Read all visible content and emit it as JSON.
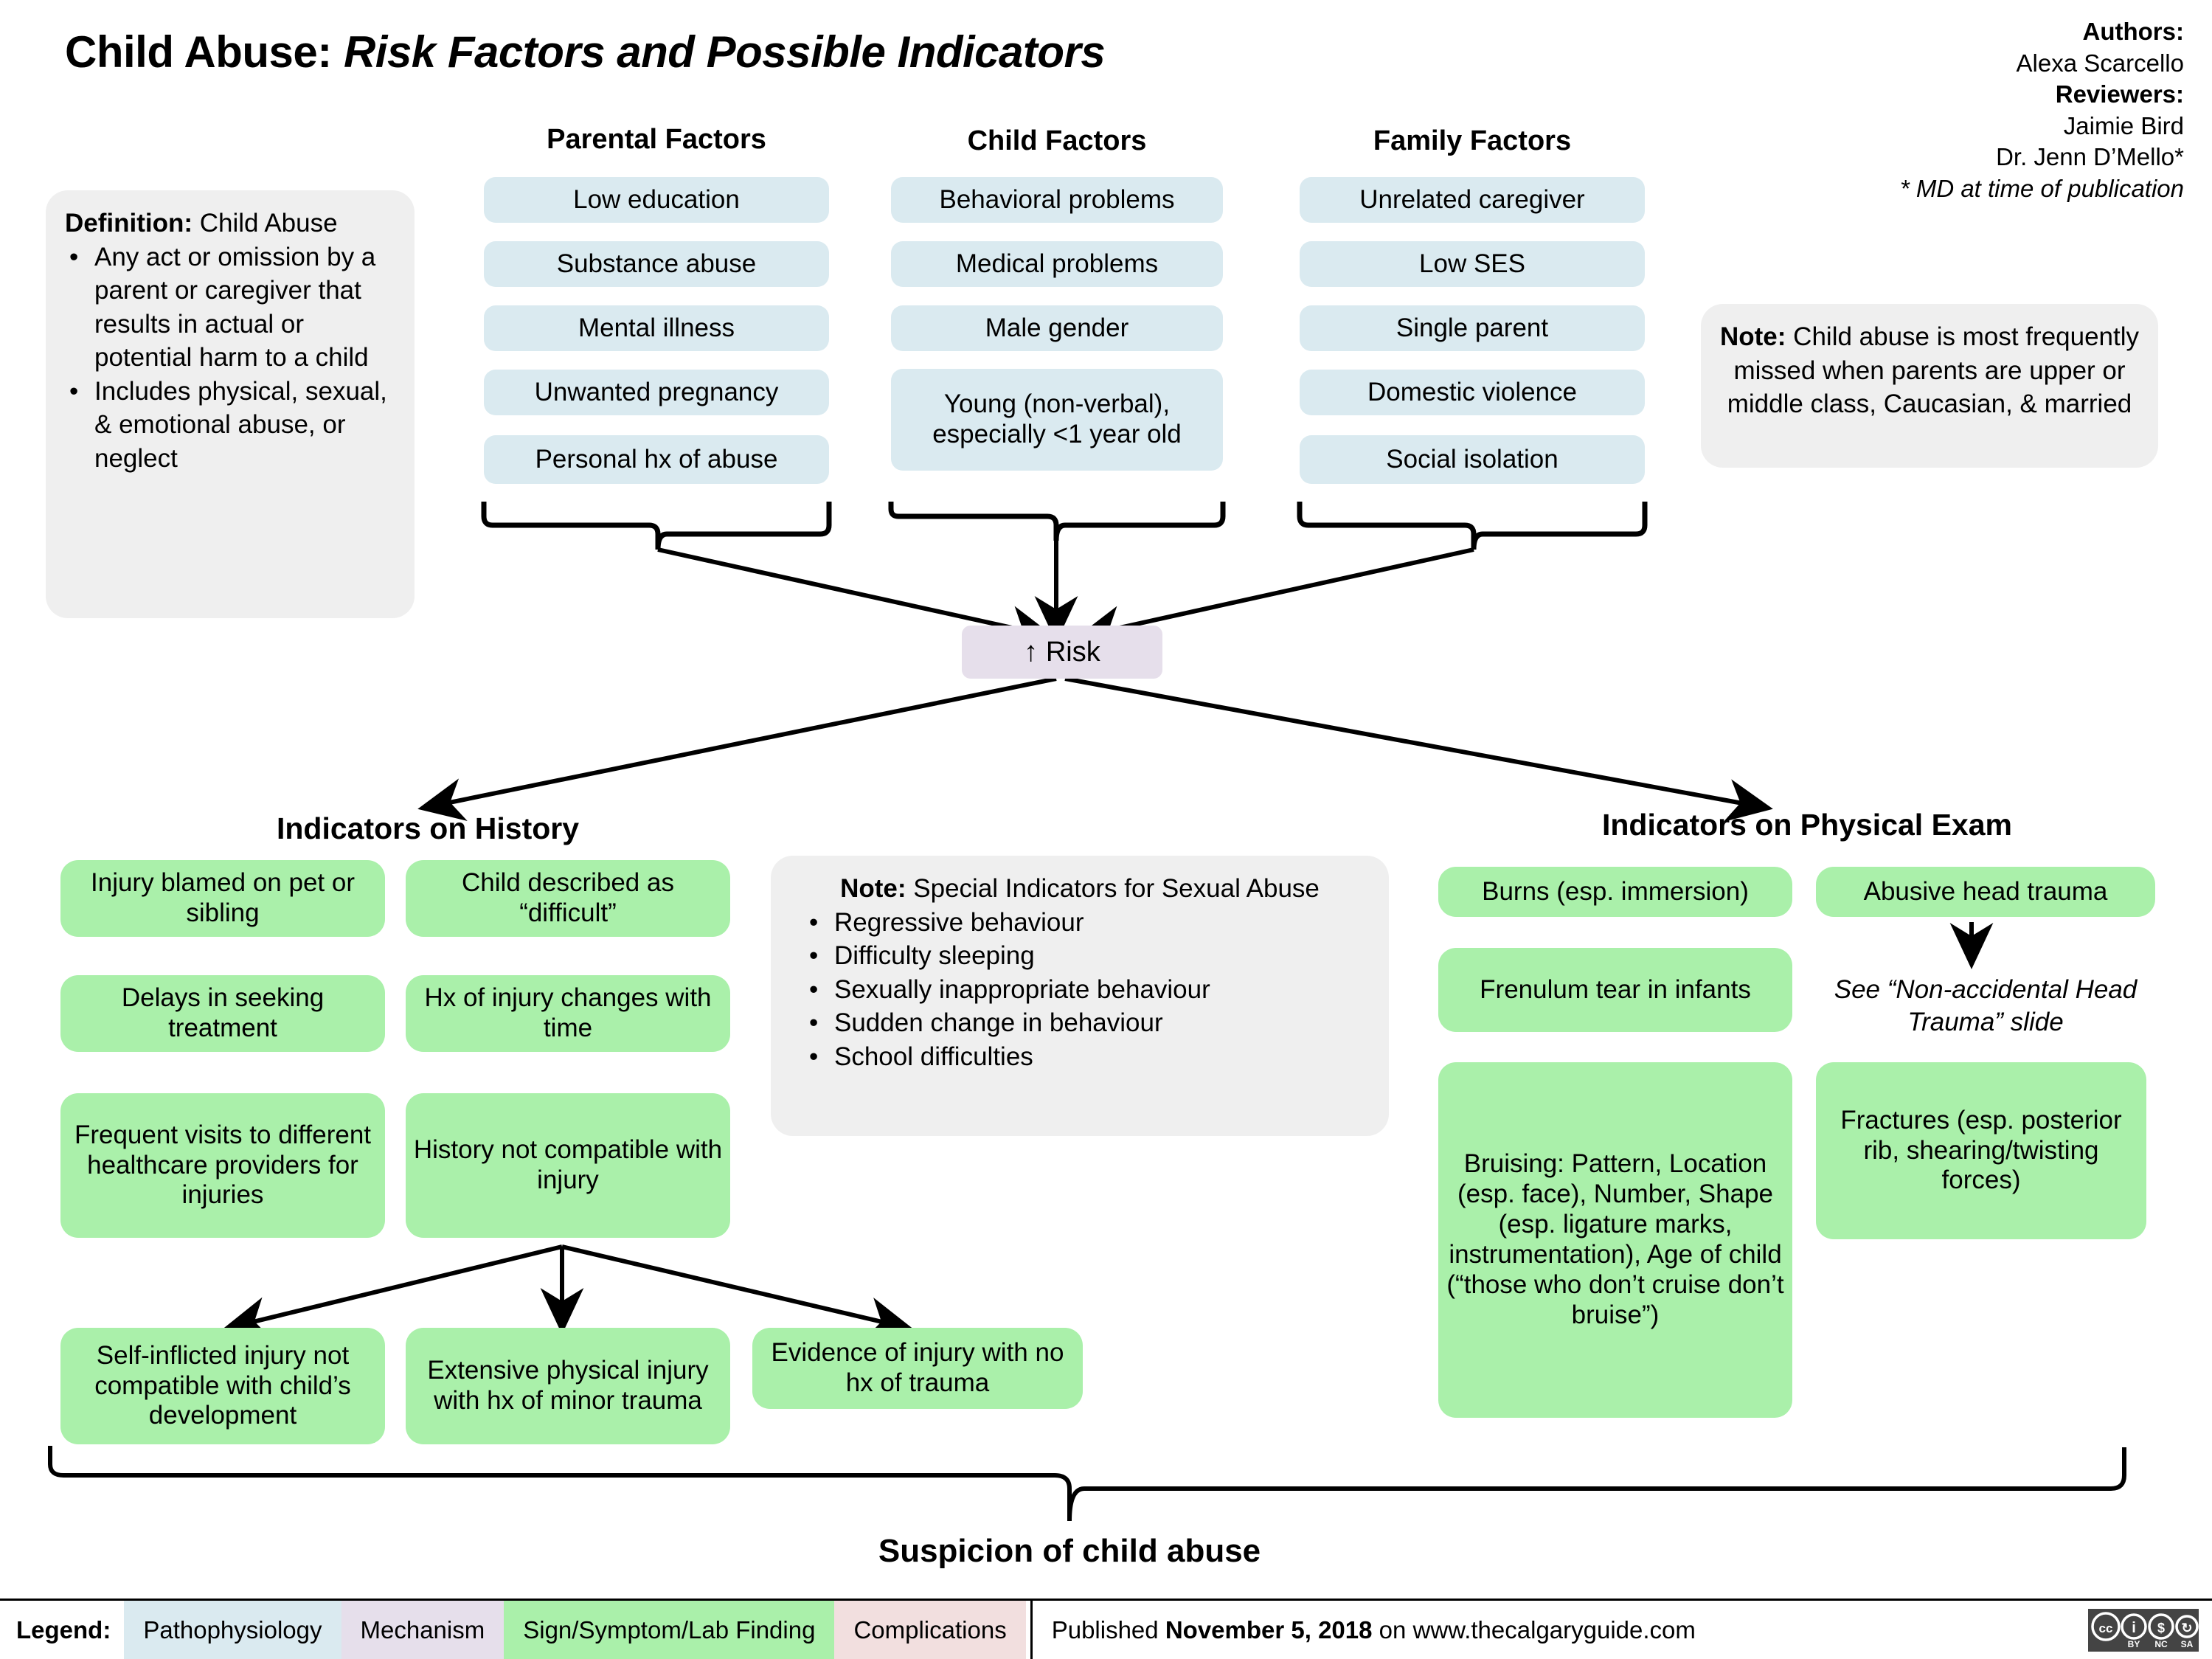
{
  "title": {
    "main": "Child Abuse:",
    "subtitle": "Risk Factors and Possible Indicators"
  },
  "credits": {
    "authors_label": "Authors:",
    "authors": "Alexa Scarcello",
    "reviewers_label": "Reviewers:",
    "reviewer1": "Jaimie Bird",
    "reviewer2": "Dr. Jenn D’Mello*",
    "footnote": "* MD at time of publication"
  },
  "definition": {
    "heading_label": "Definition:",
    "heading_term": "Child Abuse",
    "bullets": [
      "Any act or omission by a parent or caregiver that results in actual or potential harm to a child",
      "Includes physical, sexual, & emotional abuse, or neglect"
    ]
  },
  "factor_columns": [
    {
      "heading": "Parental Factors",
      "items": [
        "Low education",
        "Substance abuse",
        "Mental illness",
        "Unwanted pregnancy",
        "Personal hx of abuse"
      ]
    },
    {
      "heading": "Child Factors",
      "items": [
        "Behavioral problems",
        "Medical problems",
        "Male gender",
        "Young (non-verbal), especially <1 year old"
      ]
    },
    {
      "heading": "Family Factors",
      "items": [
        "Unrelated caregiver",
        "Low SES",
        "Single parent",
        "Domestic violence",
        "Social isolation"
      ]
    }
  ],
  "note_missed": {
    "label": "Note:",
    "text": "Child abuse is most frequently missed when parents are upper or middle class, Caucasian, & married"
  },
  "risk_node": {
    "label": "↑ Risk"
  },
  "history": {
    "heading": "Indicators on History",
    "items": [
      "Injury blamed on pet or sibling",
      "Child described as “difficult”",
      "Delays in seeking treatment",
      "Hx of injury changes with time",
      "Frequent visits to different healthcare providers for injuries",
      "History not compatible with injury"
    ],
    "derived": [
      "Self-inflicted injury not compatible with child’s development",
      "Extensive physical injury with hx of minor trauma",
      "Evidence of injury with no hx of trauma"
    ]
  },
  "note_sexual_abuse": {
    "label": "Note:",
    "title": "Special Indicators for Sexual Abuse",
    "bullets": [
      "Regressive behaviour",
      "Difficulty sleeping",
      "Sexually inappropriate behaviour",
      "Sudden change in behaviour",
      "School difficulties"
    ]
  },
  "physical_exam": {
    "heading": "Indicators on Physical Exam",
    "burns": "Burns (esp. immersion)",
    "head_trauma": "Abusive head trauma",
    "frenulum": "Frenulum tear in infants",
    "see_slide": "See “Non-accidental Head Trauma” slide",
    "bruising": "Bruising: Pattern, Location (esp. face), Number, Shape (esp. ligature marks, instrumentation), Age of child (“those who don’t cruise don’t bruise”)",
    "fractures": "Fractures (esp. posterior rib, shearing/twisting forces)"
  },
  "conclusion": {
    "label": "Suspicion of child abuse"
  },
  "legend": {
    "label": "Legend:",
    "chips": [
      {
        "text": "Pathophysiology",
        "color": "#daeaf0"
      },
      {
        "text": "Mechanism",
        "color": "#e6dfeb"
      },
      {
        "text": "Sign/Symptom/Lab Finding",
        "color": "#aaf0aa"
      },
      {
        "text": "Complications",
        "color": "#f2dfdf"
      }
    ],
    "published_prefix": "Published",
    "published_date": "November 5, 2018",
    "published_suffix": "on www.thecalgaryguide.com",
    "license": "CC BY NC SA"
  },
  "colors": {
    "pathophysiology": "#daeaf0",
    "mechanism": "#e6dfeb",
    "sign_symptom": "#aaf0aa",
    "complications": "#f2dfdf",
    "panel": "#efefef"
  }
}
